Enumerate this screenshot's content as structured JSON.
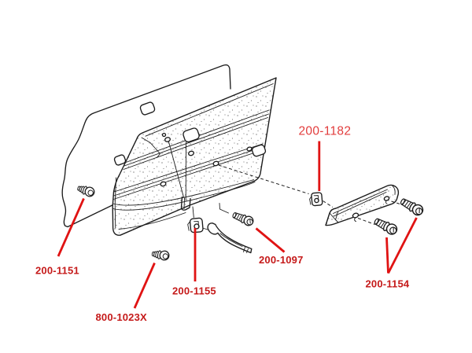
{
  "diagram": {
    "background": "#ffffff",
    "line_color": "#1c1c1c",
    "label_color": "#c51a1a",
    "label_color_light": "#e23c3c",
    "leader_color": "#e01313",
    "labels": {
      "p1151": "200-1151",
      "p1023x": "800-1023X",
      "p1155": "200-1155",
      "p1097": "200-1097",
      "p1154": "200-1154",
      "p1182": "200-1182"
    },
    "parts": [
      {
        "part_number": "200-1151",
        "component": "push-pin-retainer"
      },
      {
        "part_number": "800-1023X",
        "component": "push-pin-grommet"
      },
      {
        "part_number": "200-1155",
        "component": "square-retainer-clip"
      },
      {
        "part_number": "200-1097",
        "component": "pull-handle-screw"
      },
      {
        "part_number": "200-1154",
        "component": "armrest-screws"
      },
      {
        "part_number": "200-1182",
        "component": "armrest-retainer-clip"
      }
    ]
  }
}
